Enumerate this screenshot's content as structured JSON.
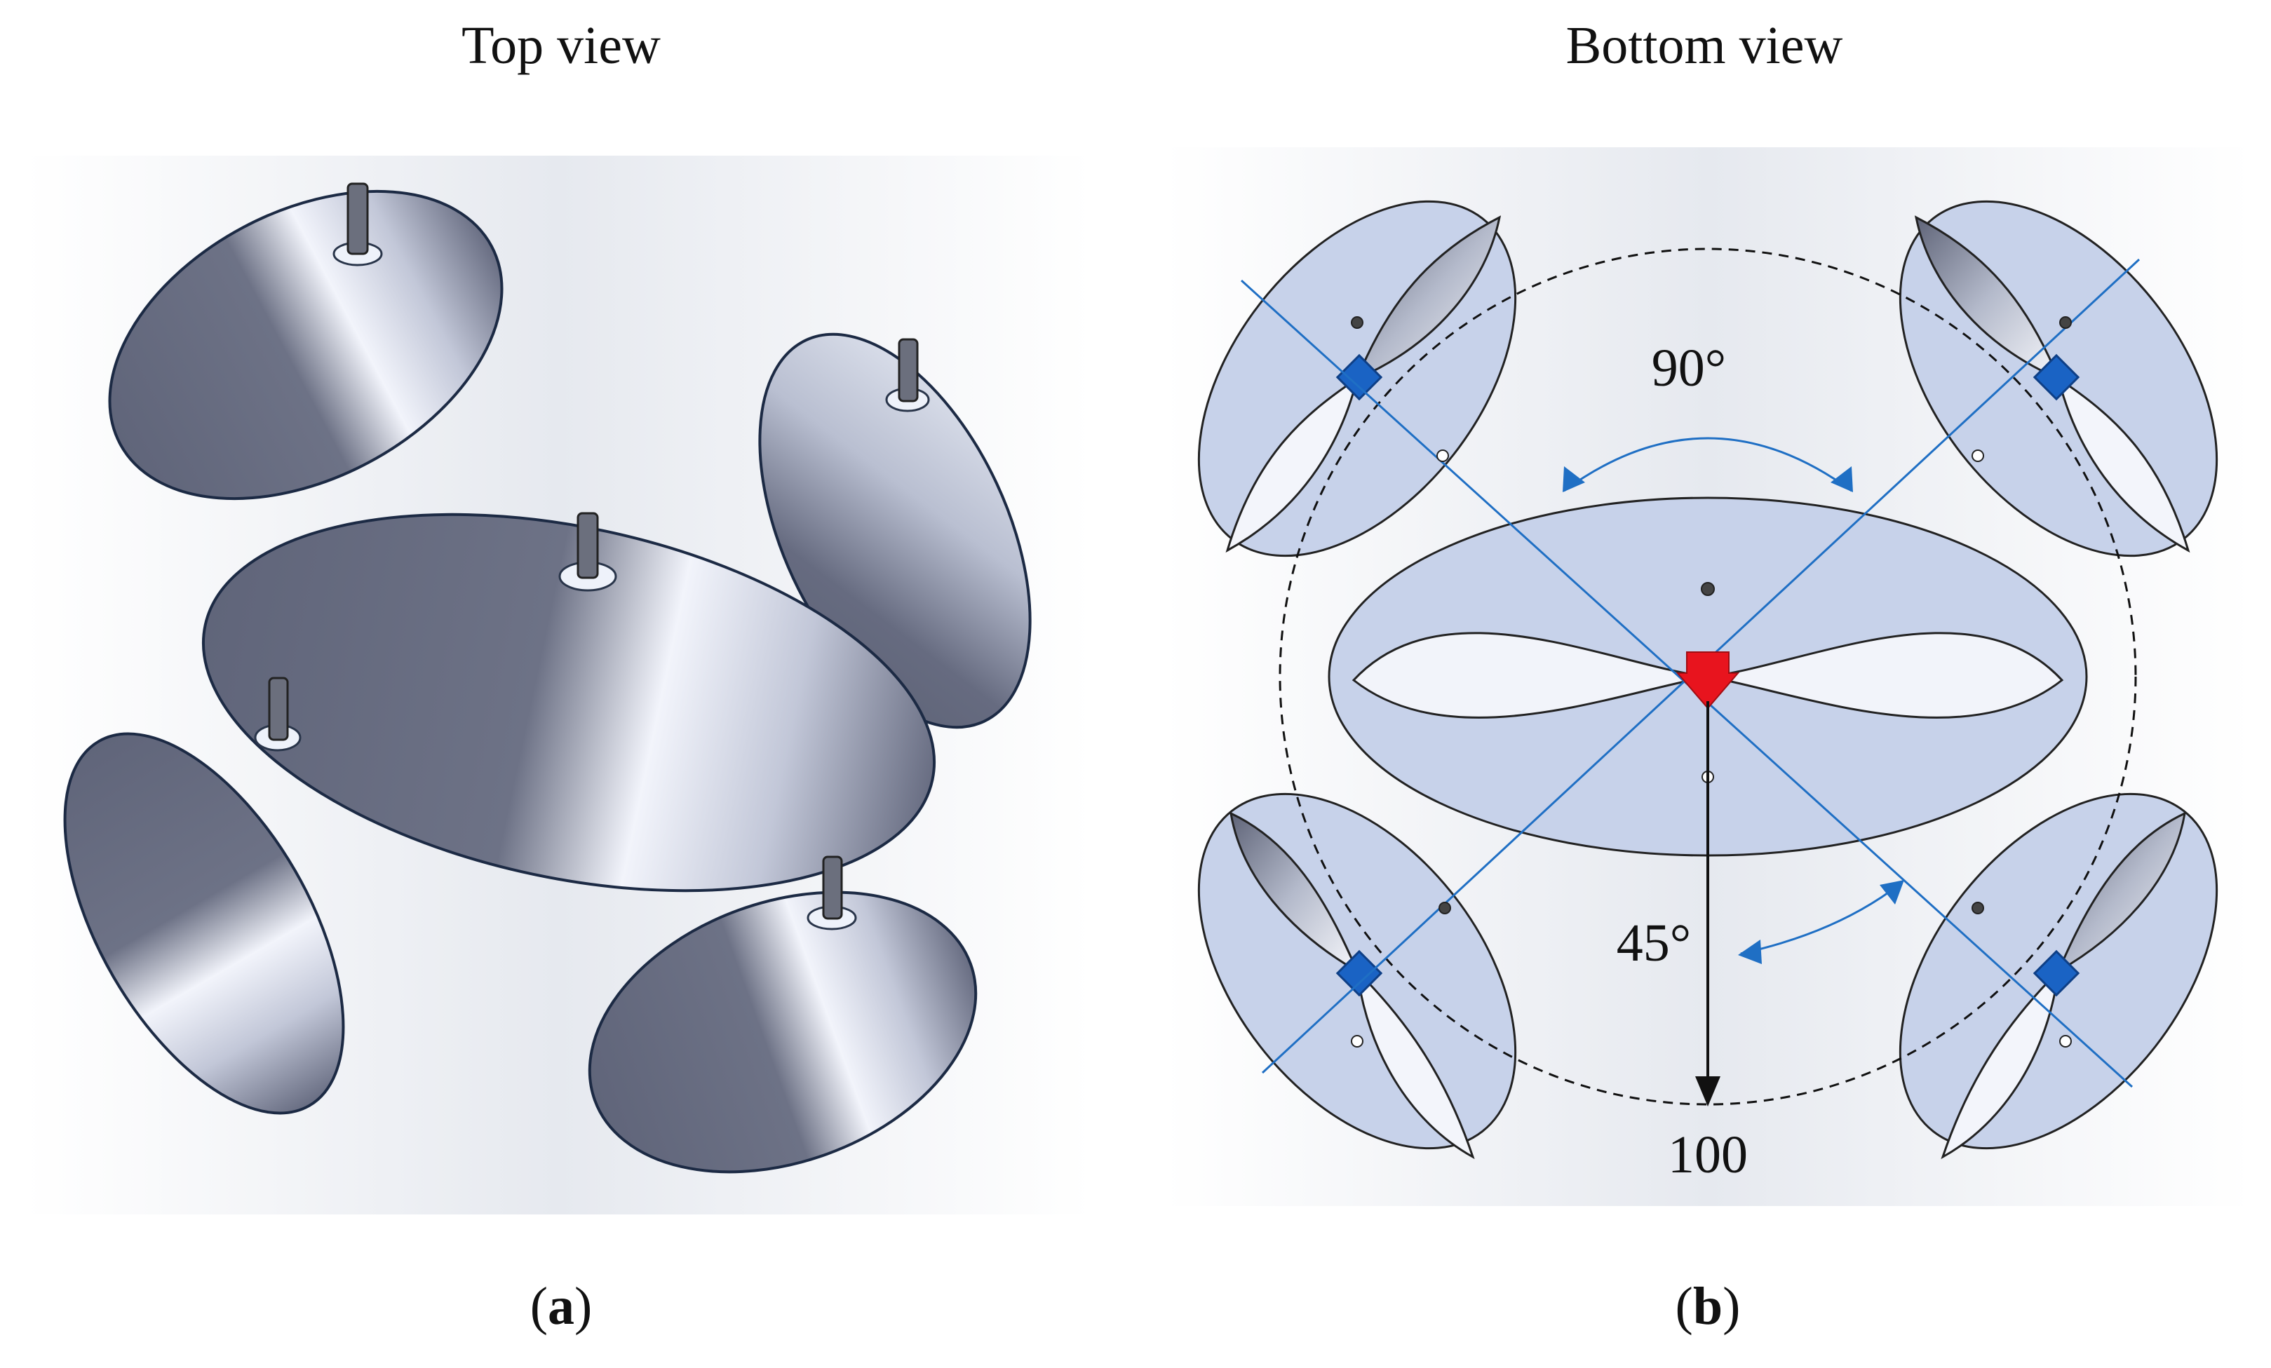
{
  "panels": {
    "a": {
      "title": "Top view",
      "caption_open": "(",
      "caption_letter": "a",
      "caption_close": ")"
    },
    "b": {
      "title": "Bottom view",
      "caption_open": "(",
      "caption_letter": "b",
      "caption_close": ")"
    }
  },
  "annotations": {
    "angle_90": "90°",
    "angle_45": "45°",
    "distance": "100"
  },
  "colors": {
    "axis_line": "#1f6fc4",
    "nozzle_marker": "#1a63c4",
    "center_marker": "#e8141e",
    "plate_fill": "#c7d2ea",
    "cone_dark": "#5e6376",
    "background_gradient": "#e9ecf1"
  }
}
